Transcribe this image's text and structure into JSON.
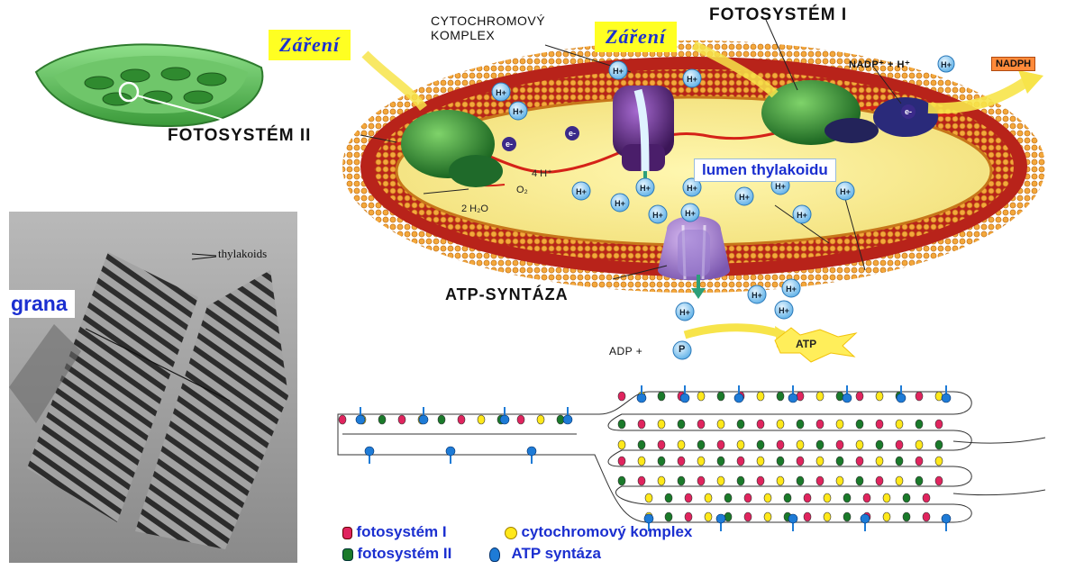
{
  "labels": {
    "zareni_1": "Záření",
    "zareni_2": "Záření",
    "cytochrom": "CYTOCHROMOVÝ\nKOMPLEX",
    "fotosystem_1": "FOTOSYSTÉM I",
    "fotosystem_2": "FOTOSYSTÉM II",
    "lumen": "lumen thylakoidu",
    "atp_syntaza": "ATP-SYNTÁZA",
    "grana": "grana",
    "thylakoids": "thylakoids",
    "nadp_eq": "NADP⁺ + H⁺",
    "nadph": "NADPH",
    "adp_eq": "ADP +",
    "p": "P",
    "atp": "ATP",
    "h2o": "2 H₂O",
    "h4": "4 H⁺",
    "o2": "O₂",
    "h_plus": "H⁺",
    "e_minus": "e⁻"
  },
  "legend": [
    {
      "text": "fotosystém I",
      "color": "#e0245e"
    },
    {
      "text": "cytochromový komplex",
      "color": "#ffe81a"
    },
    {
      "text": "fotosystém II",
      "color": "#1a7a2a"
    },
    {
      "text": "ATP syntáza",
      "color": "#1e7bd6"
    }
  ],
  "colors": {
    "accent_blue": "#1b2fd0",
    "highlight_yellow": "#ffff22",
    "membrane_orange": "#f2a23a",
    "membrane_red": "#9c1a12",
    "ps_green": "#1f7a2a",
    "cyto_purple": "#5a2a78"
  }
}
